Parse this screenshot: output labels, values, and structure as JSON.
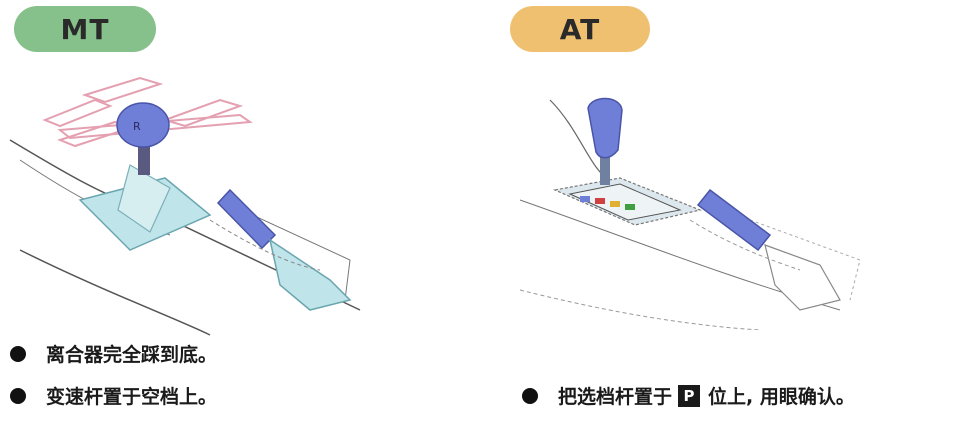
{
  "mt": {
    "badge_label": "MT",
    "badge_color": "#86c08a",
    "instructions": [
      "离合器完全踩到底。",
      "变速杆置于空档上。"
    ]
  },
  "at": {
    "badge_label": "AT",
    "badge_color": "#efc06f",
    "instruction_before": "把选档杆置于",
    "position_symbol": "P",
    "instruction_after": "位上, 用眼确认。"
  },
  "colors": {
    "knob": "#6f7fd8",
    "boot": "#bfe4ea",
    "outline": "#3a3a3a"
  }
}
